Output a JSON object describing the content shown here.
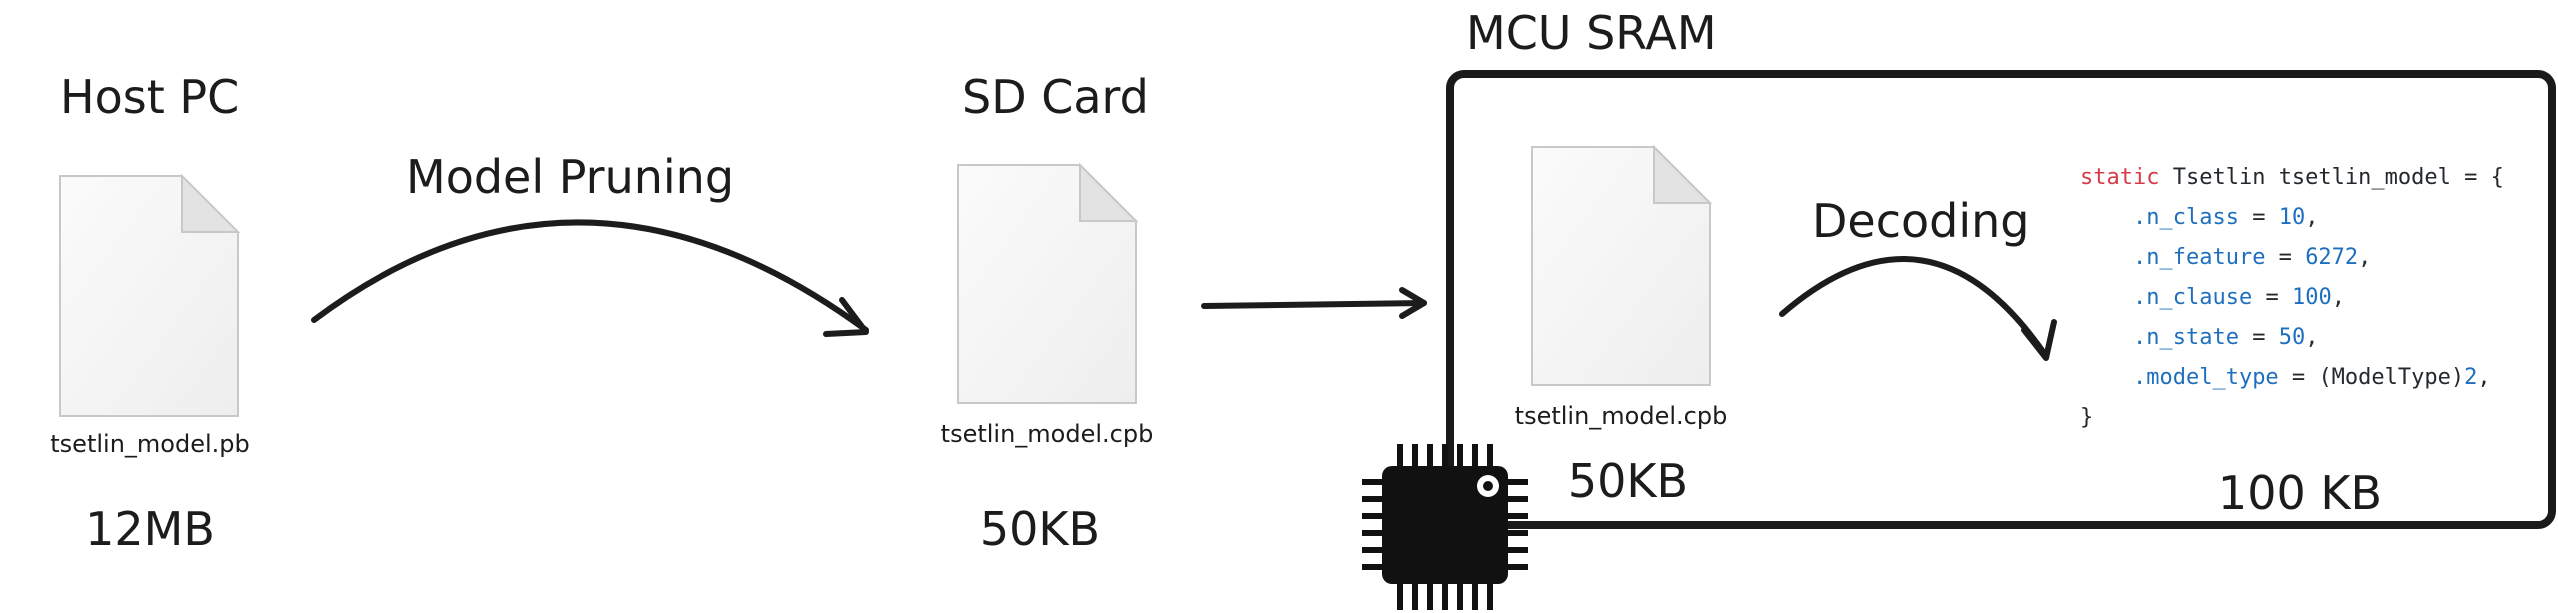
{
  "host": {
    "title": "Host PC",
    "file": "tsetlin_model.pb",
    "size": "12MB"
  },
  "pruning": {
    "label": "Model Pruning"
  },
  "sd": {
    "title": "SD Card",
    "file": "tsetlin_model.cpb",
    "size": "50KB"
  },
  "mcu": {
    "title": "MCU SRAM",
    "file": "tsetlin_model.cpb",
    "file_size": "50KB",
    "decoding_label": "Decoding",
    "decoded_size": "100 KB"
  },
  "code": {
    "line1_kw": "static",
    "line1_rest": " Tsetlin tsetlin_model = {",
    "f1": ".n_class",
    "v1": "10",
    "f2": ".n_feature",
    "v2": "6272",
    "f3": ".n_clause",
    "v3": "100",
    "f4": ".n_state",
    "v4": "50",
    "f5": ".model_type",
    "v5a": "(ModelType)",
    "v5b": "2",
    "close": "}"
  },
  "icons": {
    "file": "file-icon",
    "chip": "microchip-icon"
  }
}
